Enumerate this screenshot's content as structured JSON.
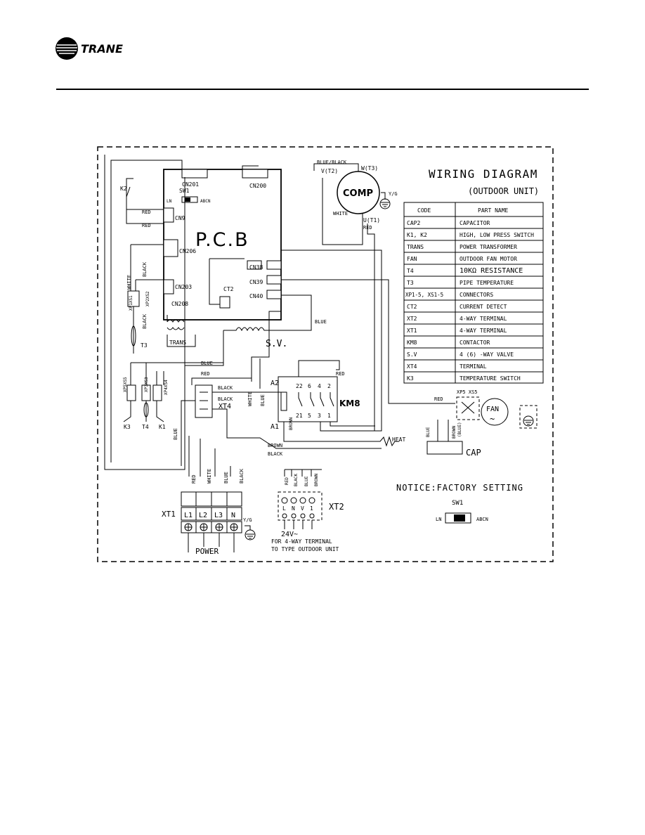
{
  "brand": {
    "name": "TRANE"
  },
  "diagram": {
    "title": "WIRING DIAGRAM",
    "subtitle": "(OUTDOOR UNIT)",
    "pcb_label": "P.C.B",
    "connectors": {
      "cn201": "CN201",
      "cn200": "CN200",
      "cn9": "CN9",
      "cn206": "CN206",
      "cn203": "CN203",
      "cn208": "CN208",
      "cn38": "CN38",
      "cn39": "CN39",
      "cn40": "CN40"
    },
    "sw1": {
      "label": "SW1",
      "left": "LN",
      "right": "ABCN"
    },
    "ct2": "CT2",
    "trans": "TRANS",
    "sv": "S.V.",
    "comp": {
      "label": "COMP",
      "w": "W(T3)",
      "v": "V(T2)",
      "u": "U(T1)",
      "top_wire": "BLUE/BLACK",
      "white": "WHITE",
      "red": "RED",
      "yg": "Y/G"
    },
    "k2": "K2",
    "wires": {
      "red": "RED",
      "blue": "BLUE",
      "white": "WHITE",
      "black": "BLACK",
      "brown": "BROWN",
      "brown_blue": "(BLUE)"
    },
    "sensors": {
      "xp1": "XP1XS1",
      "xp2": "XP2XS2",
      "t3": "T3",
      "xp5": "XP5XS5",
      "xp3": "XP3XS3",
      "xp4": "XP4XS4",
      "k3": "K3",
      "t4": "T4",
      "k1": "K1"
    },
    "xt4": "XT4",
    "km8": {
      "label": "KM8",
      "a1": "A1",
      "a2": "A2",
      "n22": "22",
      "n4": "4",
      "n6": "6",
      "n2": "2",
      "n21": "21",
      "n5": "5",
      "n3": "3",
      "n1": "1"
    },
    "heat": "HEAT",
    "fan": {
      "label": "FAN",
      "connector": "XP5 XS5"
    },
    "cap": "CAP",
    "xt1": {
      "label": "XT1",
      "terminals": [
        "L1",
        "L2",
        "L3",
        "N"
      ],
      "wire_colors": [
        "RED",
        "WHITE",
        "BLUE",
        "BLACK"
      ],
      "power": "POWER",
      "yg": "Y/G"
    },
    "xt2": {
      "label": "XT2",
      "terminals": [
        "L",
        "N",
        "V",
        "1"
      ],
      "wire_colors": [
        "RED",
        "BLACK",
        "BLUE",
        "BROWN"
      ],
      "voltage": "24V~",
      "note1": "FOR 4-WAY TERMINAL",
      "note2": "TO TYPE OUTDOOR  UNIT"
    },
    "notice": "NOTICE:FACTORY SETTING",
    "notice_sw1": {
      "label": "SW1",
      "left": "LN",
      "right": "ABCN"
    },
    "legend": {
      "header": [
        "CODE",
        "PART NAME"
      ],
      "rows": [
        [
          "CAP2",
          "CAPACITOR"
        ],
        [
          "K1, K2",
          "HIGH, LOW PRESS SWITCH"
        ],
        [
          "TRANS",
          "POWER TRANSFORMER"
        ],
        [
          "FAN",
          "OUTDOOR FAN MOTOR"
        ],
        [
          "T4",
          "10KΩ RESISTANCE"
        ],
        [
          "T3",
          "PIPE TEMPERATURE"
        ],
        [
          "XP1-5, XS1-5",
          "CONNECTORS"
        ],
        [
          "CT2",
          "CURRENT DETECT"
        ],
        [
          "XT2",
          "4-WAY TERMINAL"
        ],
        [
          "XT1",
          "4-WAY TERMINAL"
        ],
        [
          "KM8",
          "CONTACTOR"
        ],
        [
          "S.V",
          "4 (6) -WAY VALVE"
        ],
        [
          "XT4",
          "TERMINAL"
        ],
        [
          "K3",
          "TEMPERATURE SWITCH"
        ]
      ]
    }
  }
}
